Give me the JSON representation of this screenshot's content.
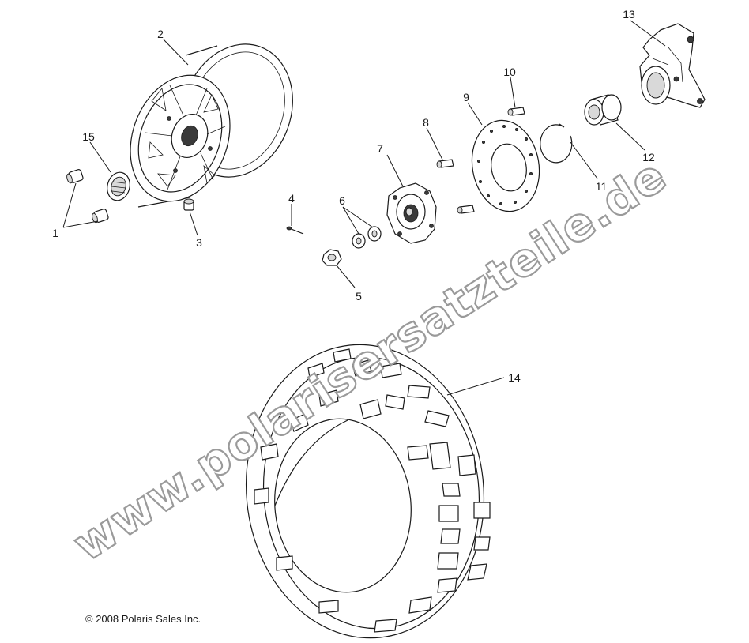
{
  "callouts": [
    {
      "num": "1"
    },
    {
      "num": "2"
    },
    {
      "num": "3"
    },
    {
      "num": "4"
    },
    {
      "num": "5"
    },
    {
      "num": "6"
    },
    {
      "num": "7"
    },
    {
      "num": "8"
    },
    {
      "num": "9"
    },
    {
      "num": "10"
    },
    {
      "num": "11"
    },
    {
      "num": "12"
    },
    {
      "num": "13"
    },
    {
      "num": "14"
    },
    {
      "num": "15"
    }
  ],
  "watermark": "www.polarisersatzteile.de",
  "copyright": "© 2008 Polaris Sales Inc."
}
